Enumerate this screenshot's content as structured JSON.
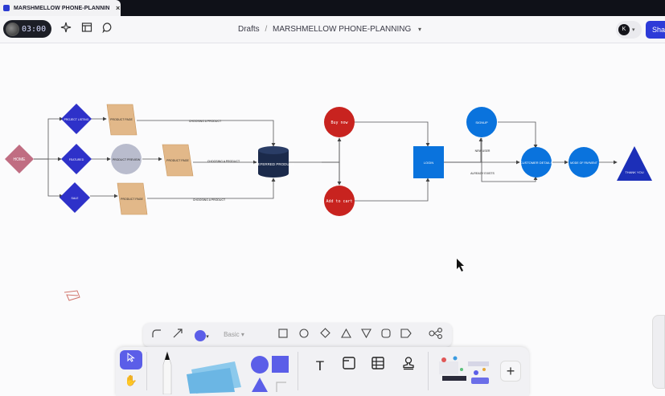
{
  "browser": {
    "tab_title": "MARSHMELLOW PHONE-PLANNIN",
    "close_glyph": "×"
  },
  "topbar": {
    "timer": "03:00",
    "breadcrumb_root": "Drafts",
    "breadcrumb_separator": "/",
    "breadcrumb_file": "MARSHMELLOW PHONE-PLANNING",
    "user_initial": "K",
    "share_label": "Sha",
    "icons": [
      "avatar",
      "sparkle-icon",
      "layout-icon",
      "comment-icon",
      "chevron-down-icon"
    ]
  },
  "diagram": {
    "nodes": {
      "home": "HOME",
      "d1": "PROJECT LISTING",
      "d2": "FEATURED",
      "d3": "SALE",
      "p1": "PRODUCT PAGE",
      "p2": "PRODUCT PAGE",
      "p3": "PRODUCT PAGE",
      "preview": "PRODUCT PREVIEW",
      "db": "PREFERRED PRODUCT",
      "buy": "Buy now",
      "cart": "Add to cart",
      "login": "LOGIN",
      "signup": "SIGNUP",
      "customer": "CUSTOMER DETAILS",
      "payment": "MODE OF PAYMENT",
      "thanks": "THANK YOU"
    },
    "edge_labels": {
      "e1": "CHOOSING A PRODUCT",
      "e2": "CHOOSING A PRODUCT",
      "e3": "CHOOSING A PRODUCT",
      "e4": "NEW USER",
      "e5": "ALREADY EXISTS"
    },
    "colors": {
      "home": "#c06d82",
      "diamond": "#2e31c9",
      "product_page": "#e2b889",
      "preview": "#b9bccd",
      "db": "#1b2a4b",
      "red": "#c8231f",
      "blue": "#0a73dd",
      "navy": "#1c2fb8"
    }
  },
  "toolbar_upper": {
    "style_label": "Basic",
    "fill_color": "#5b5ee8",
    "icons": [
      "connector-icon",
      "arrow-icon",
      "color-swatch",
      "square-icon",
      "circle-icon",
      "diamond-icon",
      "triangle-icon",
      "inverted-triangle-icon",
      "rounded-square-icon",
      "tag-shape-icon",
      "more-shapes-icon"
    ]
  },
  "toolbar_main": {
    "icons": [
      "select-icon",
      "hand-icon",
      "pen-icon",
      "sticky-notes-icon",
      "shapes-icon",
      "text-icon",
      "section-icon",
      "table-icon",
      "stamp-icon",
      "widgets-icon",
      "add-icon"
    ],
    "text_tool_glyph": "T",
    "add_glyph": "+"
  }
}
